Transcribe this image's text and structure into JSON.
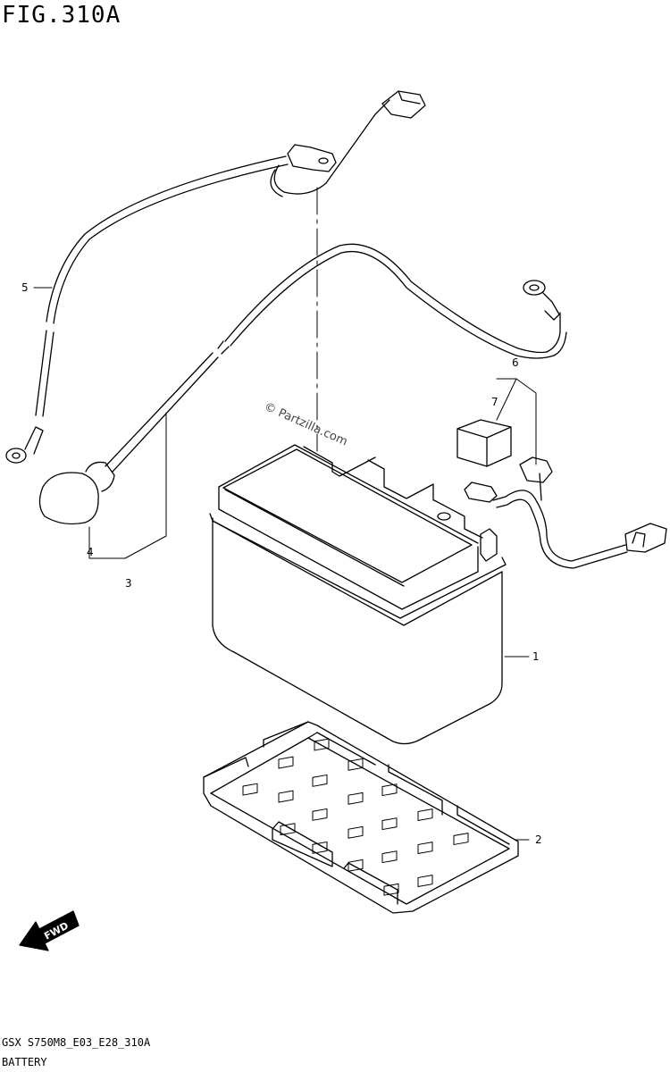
{
  "figure": {
    "title": "FIG.310A",
    "code": "GSX S750M8_E03_E28_310A",
    "caption": "BATTERY"
  },
  "watermark": "© Partzilla.com",
  "fwd_label": "FWD",
  "callouts": [
    "1",
    "2",
    "3",
    "4",
    "5",
    "6",
    "7"
  ]
}
